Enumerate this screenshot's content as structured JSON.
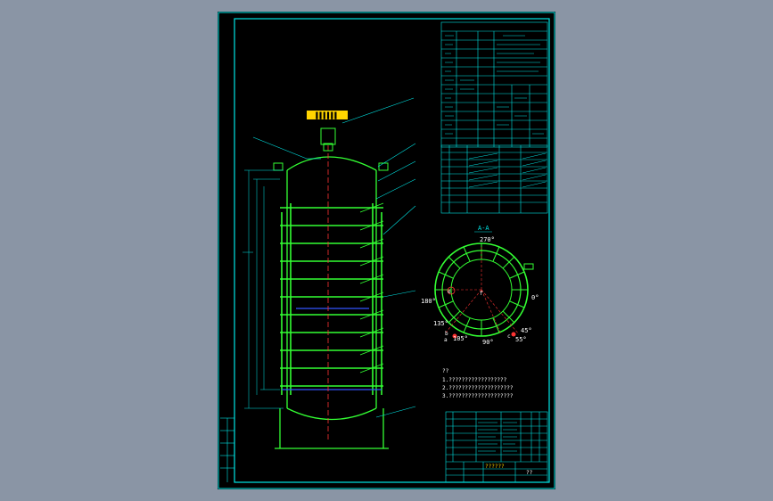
{
  "drawing": {
    "nameplate_label": "▌▌▌▌▌▌",
    "section_label": "A-A",
    "angles": {
      "top": "270°",
      "right": "0°",
      "left": "180°",
      "bottom": "90°",
      "lower_left": "135°",
      "lower_left_2": "105°",
      "lower_right": "45°",
      "lower_right_2": "55°"
    },
    "nozzle_letters": {
      "b": "b",
      "a": "a",
      "c": "c",
      "f": "f",
      "e": "e"
    },
    "notes_heading": "??",
    "notes": [
      "1.??????????????????",
      "2.????????????????????",
      "3.????????????????????"
    ],
    "title_block_drawing_name": "??????",
    "title_block_code": "??"
  },
  "colors": {
    "frame": "#00e5e5",
    "vessel": "#33ff33",
    "centerline": "#ff3333",
    "nameplate": "#ffd400",
    "accent_blue": "#3355ff"
  }
}
